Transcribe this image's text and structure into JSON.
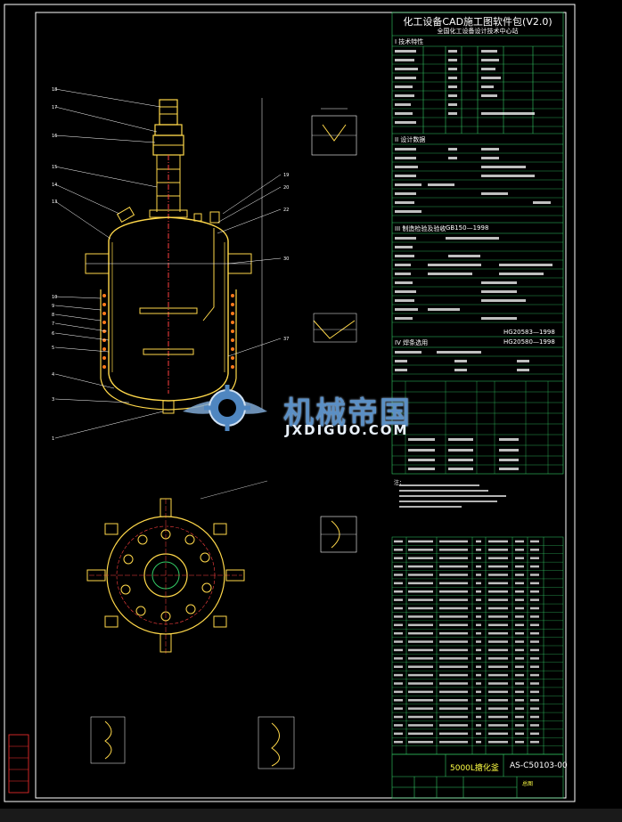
{
  "header": {
    "title": "化工设备CAD施工图软件包(V2.0)",
    "subtitle": "全国化工设备设计技术中心站"
  },
  "sections": {
    "s1": "I 技术特性",
    "s2": "II 设计数据",
    "s3": "III 制造检验及验收",
    "s4": "IV 焊条选用"
  },
  "standards": {
    "std1": "GB150—1998",
    "std2": "HG20583—1998",
    "std3": "HG20580—1998"
  },
  "notes_label": "注：",
  "watermark": {
    "title": "机械帝国",
    "url": "JXDIGUO.COM"
  },
  "title_block": {
    "name": "5000L搪化釜",
    "code": "AS-C50103-00",
    "small": "总图"
  },
  "colors": {
    "frame": "#ffffff",
    "equipment": "#ffd84a",
    "table_lines": "#33cc66",
    "leaders": "#ffffff",
    "watermark": "#5b8fc4",
    "accent_red": "#ff3030"
  }
}
